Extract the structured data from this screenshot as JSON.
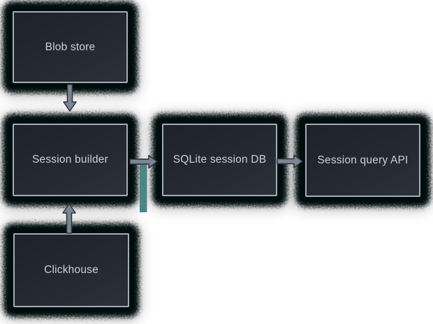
{
  "diagram": {
    "nodes": [
      {
        "id": "blob-store",
        "label": "Blob store"
      },
      {
        "id": "session-builder",
        "label": "Session builder"
      },
      {
        "id": "clickhouse",
        "label": "Clickhouse"
      },
      {
        "id": "sqlite-session-db",
        "label": "SQLite session DB"
      },
      {
        "id": "session-query-api",
        "label": "Session query API"
      }
    ],
    "edges": [
      {
        "from": "blob-store",
        "to": "session-builder",
        "direction": "down"
      },
      {
        "from": "clickhouse",
        "to": "session-builder",
        "direction": "up"
      },
      {
        "from": "session-builder",
        "to": "sqlite-session-db",
        "direction": "right"
      },
      {
        "from": "sqlite-session-db",
        "to": "session-query-api",
        "direction": "right"
      }
    ],
    "colors": {
      "background": "#ffffff",
      "node_fill_dark": "#1e222a",
      "node_fill_light": "#2b313a",
      "node_border": "#a4acb7",
      "node_text": "#cbd1d9",
      "shadow": "#050709",
      "arrow_fill": "#7b8693",
      "arrow_outline": "#2b323c",
      "teal_accent": "#4b8689"
    }
  }
}
